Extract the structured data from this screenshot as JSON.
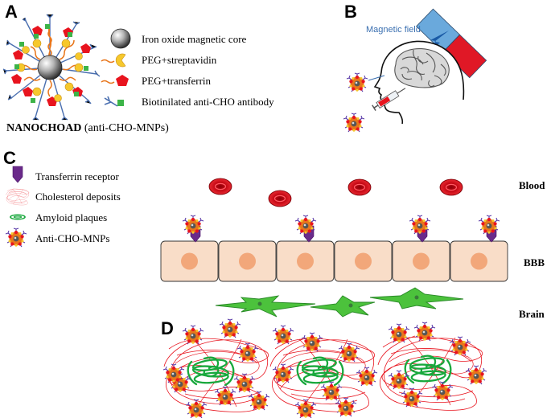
{
  "panels": {
    "a": "A",
    "b": "B",
    "c": "C",
    "d": "D"
  },
  "legend_a": {
    "core": "Iron oxide magnetic core",
    "streptavidin": "PEG+streptavidin",
    "transferrin": "PEG+transferrin",
    "antibody": "Biotinilated anti-CHO antibody"
  },
  "nanochoad": {
    "name": "NANOCHOAD",
    "suffix": "(anti-CHO-MNPs)"
  },
  "magnetic_field": "Magnetic field",
  "legend_c": {
    "receptor": "Transferrin receptor",
    "cholesterol": "Cholesterol deposits",
    "amyloid": "Amyloid plaques",
    "mnp": "Anti-CHO-MNPs"
  },
  "layers": {
    "blood": "Blood",
    "bbb": "BBB",
    "brain": "Brain"
  },
  "colors": {
    "particle_orange": "#e8761c",
    "pentagon_red": "#e8141e",
    "cell": "#f9ddc8",
    "nucleus": "#f2a77a",
    "receptor": "#6a2a8a",
    "rbc": "#d0101a",
    "astro": "#4cc23c",
    "cholesterol": "#e8141e",
    "amyloid": "#18a83c",
    "magnet_blue": "#6aa9dc",
    "magnet_red": "#e01826"
  }
}
